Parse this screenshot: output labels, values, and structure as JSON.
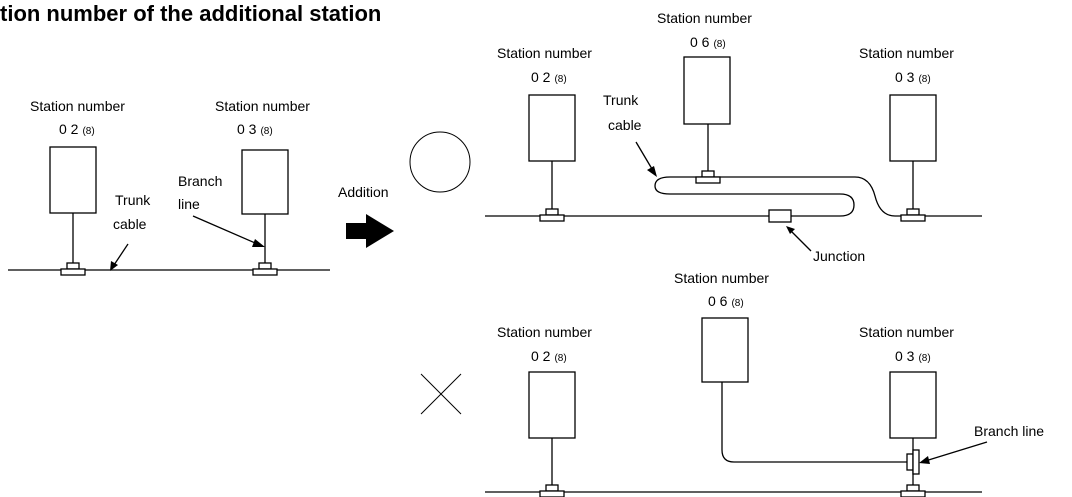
{
  "heading": "tion number of the additional station",
  "labels": {
    "station_number": "Station number",
    "station_02": "0 2",
    "station_03": "0 3",
    "station_06": "0 6",
    "base_suffix": "(8)",
    "trunk": "Trunk",
    "cable": "cable",
    "branch": "Branch",
    "line": "line",
    "branch_line": "Branch line",
    "junction": "Junction",
    "addition": "Addition"
  },
  "marks": {
    "correct": "circle",
    "wrong": "cross"
  }
}
